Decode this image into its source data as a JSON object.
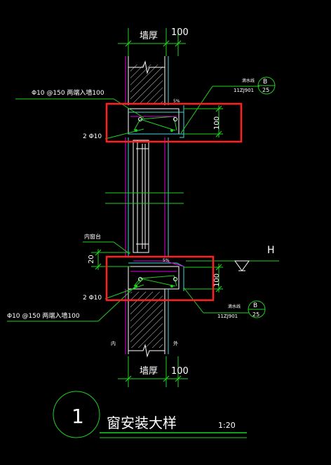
{
  "labels": {
    "wall_thickness_top": "墙厚",
    "dim_100_top": "100",
    "wall_thickness_bottom": "墙厚",
    "dim_100_bottom": "100",
    "rebar_top_note": "Φ10 @150 两端入墙100",
    "rebar_bottom_note": "Φ10 @150 两端入墙100",
    "bars_top": "2 Φ10",
    "bars_bottom": "2 Φ10",
    "lintel_height_top": "100",
    "lintel_height_bottom": "100",
    "sill_label": "内窗台",
    "sill_dim": "20",
    "level_mark": "H",
    "drip_label_top": "滴水线",
    "drip_label_bottom": "滴水线",
    "atlas_top": "11ZJ901",
    "atlas_bottom": "11ZJ901",
    "detail_letter_top": "B",
    "detail_num_top": "25",
    "detail_letter_bottom": "B",
    "detail_num_bottom": "25",
    "small_top_note": "5%",
    "small_bottom_note": "5%",
    "inside_label": "内",
    "outside_label": "外",
    "drawing_number": "1",
    "drawing_title": "窗安装大样",
    "scale": "1:20"
  },
  "colors": {
    "background": "#000000",
    "dimension": "#1fd01f",
    "wall": "#ffffff",
    "window": "#e000e0",
    "finish": "#40d8e0",
    "text": "#ffffff",
    "highlight": "#ff2020"
  }
}
